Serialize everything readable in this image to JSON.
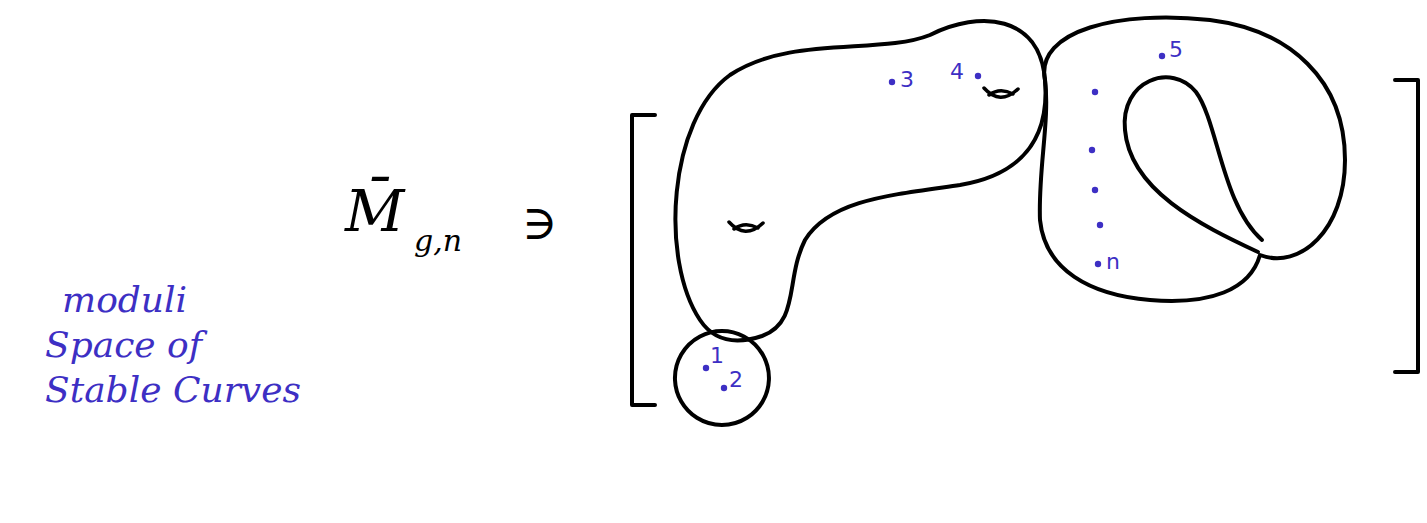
{
  "diagram": {
    "nodes": [
      {
        "text": [
          "3",
          "4"
        ]
      },
      {
        "text": [
          "1",
          "2"
        ]
      },
      {
        "text": [
          "5",
          "n"
        ]
      }
    ],
    "labels": [
      "moduli",
      "Space of",
      "Stable Curves",
      "M̄",
      "g,n",
      "∋"
    ]
  }
}
